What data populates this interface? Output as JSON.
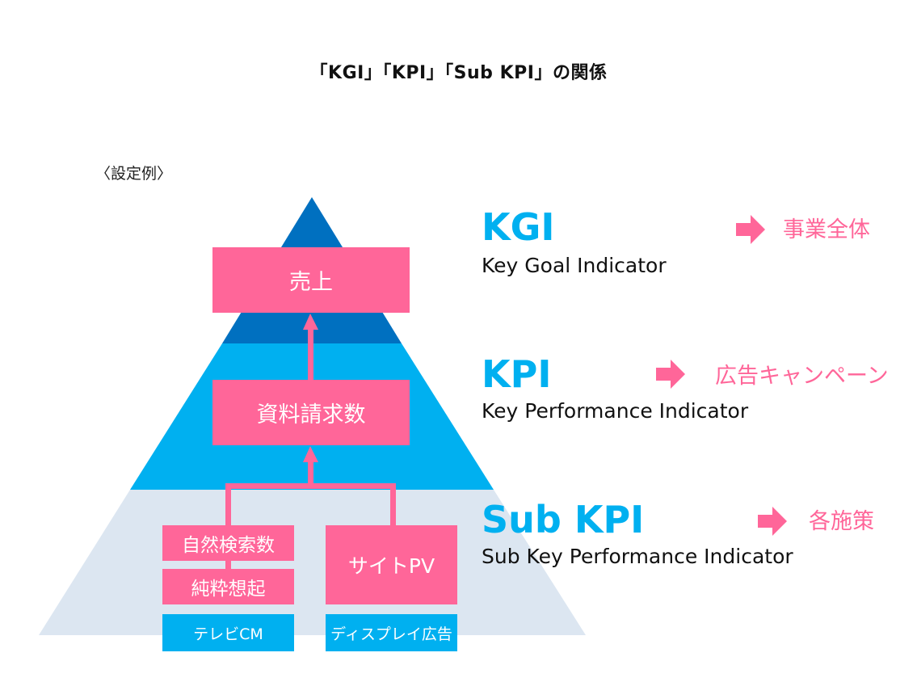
{
  "title": "「KGI」「KPI」「Sub KPI」の関係",
  "example_label": "〈設定例〉",
  "colors": {
    "kgi_band": "#0070c0",
    "kpi_band": "#00b0f0",
    "subkpi_band": "#dce6f1",
    "pink": "#ff6699",
    "accent_blue": "#00b0f0"
  },
  "pyramid": {
    "kgi_box": "売上",
    "kpi_box": "資料請求数",
    "subkpi_boxes": {
      "natural_search": "自然検索数",
      "pure_recall": "純粋想起",
      "site_pv": "サイトPV"
    },
    "measures": {
      "tv_cm": "テレビCM",
      "display_ad": "ディスプレイ広告"
    }
  },
  "levels": [
    {
      "abbr": "KGI",
      "full": "Key Goal Indicator",
      "arrow_icon": "right-arrow-icon",
      "scope": "事業全体"
    },
    {
      "abbr": "KPI",
      "full": "Key Performance Indicator",
      "arrow_icon": "right-arrow-icon",
      "scope": "広告キャンペーン"
    },
    {
      "abbr": "Sub KPI",
      "full": "Sub Key Performance Indicator",
      "arrow_icon": "right-arrow-icon",
      "scope": "各施策"
    }
  ]
}
